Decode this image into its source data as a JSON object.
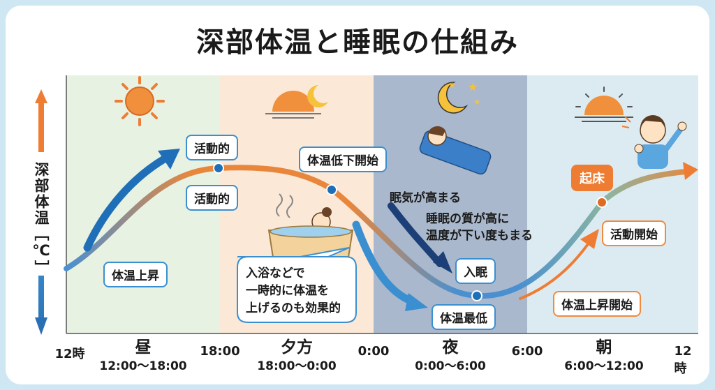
{
  "title": "深部体温と睡眠の仕組み",
  "y_axis_label": "深部体温［℃］",
  "x_ticks": [
    "12時",
    "18:00",
    "0:00",
    "6:00",
    "12時"
  ],
  "periods": [
    {
      "name": "昼",
      "range": "12:00〜18:00"
    },
    {
      "name": "夕方",
      "range": "18:00〜0:00"
    },
    {
      "name": "夜",
      "range": "0:00〜6:00"
    },
    {
      "name": "朝",
      "range": "6:00〜12:00"
    }
  ],
  "annotations": {
    "active_upper": "活動的",
    "active_lower": "活動的",
    "temp_start_fall": "体温低下開始",
    "temp_rise": "体温上昇",
    "bath_note_line1": "入浴などで",
    "bath_note_line2": "一時的に体温を",
    "bath_note_line3": "上げるのも効果的",
    "drowsy": "眠気が高まる",
    "sleep_quality_line1": "睡眠の質が高に",
    "sleep_quality_line2": "温度が下い度もまる",
    "fall_asleep": "入眠",
    "temp_lowest": "体温最低",
    "temp_rise_start": "体温上昇開始",
    "activity_start": "活動開始",
    "wake_up": "起床"
  },
  "colors": {
    "day_bg": "#e8f2e3",
    "evening_bg": "#fce8d6",
    "night_bg": "#a9b8cc",
    "morning_bg": "#dcebf2",
    "curve_warm": "#ec8a3d",
    "curve_cool": "#3f8ed1",
    "arrow_blue": "#1f6fb8",
    "arrow_orange": "#ee7d33"
  },
  "icons": [
    "sun-icon",
    "sunset-icon",
    "moon-stars-icon",
    "sunrise-icon",
    "sleeping-person-icon",
    "bathing-person-icon",
    "waking-person-icon"
  ]
}
